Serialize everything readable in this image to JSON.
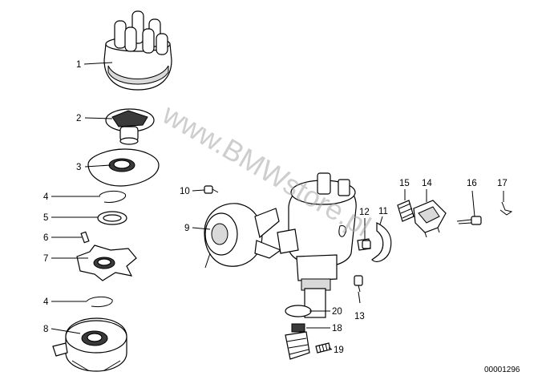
{
  "watermark": "www.BMWstore.pl",
  "diagram_code": "00001296",
  "callouts": [
    {
      "id": "1",
      "part": "distributor-cap"
    },
    {
      "id": "2",
      "part": "rotor"
    },
    {
      "id": "3",
      "part": "dust-shield"
    },
    {
      "id": "4",
      "part": "circlip-upper"
    },
    {
      "id": "5",
      "part": "washer"
    },
    {
      "id": "6",
      "part": "pin"
    },
    {
      "id": "7",
      "part": "base-plate"
    },
    {
      "id": "4",
      "part": "circlip-lower"
    },
    {
      "id": "8",
      "part": "pickup-coil"
    },
    {
      "id": "10",
      "part": "screw-small"
    },
    {
      "id": "9",
      "part": "vacuum-unit"
    },
    {
      "id": "12",
      "part": "screw"
    },
    {
      "id": "11",
      "part": "clip"
    },
    {
      "id": "15",
      "part": "connector-seal"
    },
    {
      "id": "14",
      "part": "plug-housing"
    },
    {
      "id": "16",
      "part": "bolt"
    },
    {
      "id": "17",
      "part": "spring-clip"
    },
    {
      "id": "13",
      "part": "nipple"
    },
    {
      "id": "20",
      "part": "o-ring"
    },
    {
      "id": "18",
      "part": "drive-gear"
    },
    {
      "id": "19",
      "part": "roll-pin"
    }
  ]
}
